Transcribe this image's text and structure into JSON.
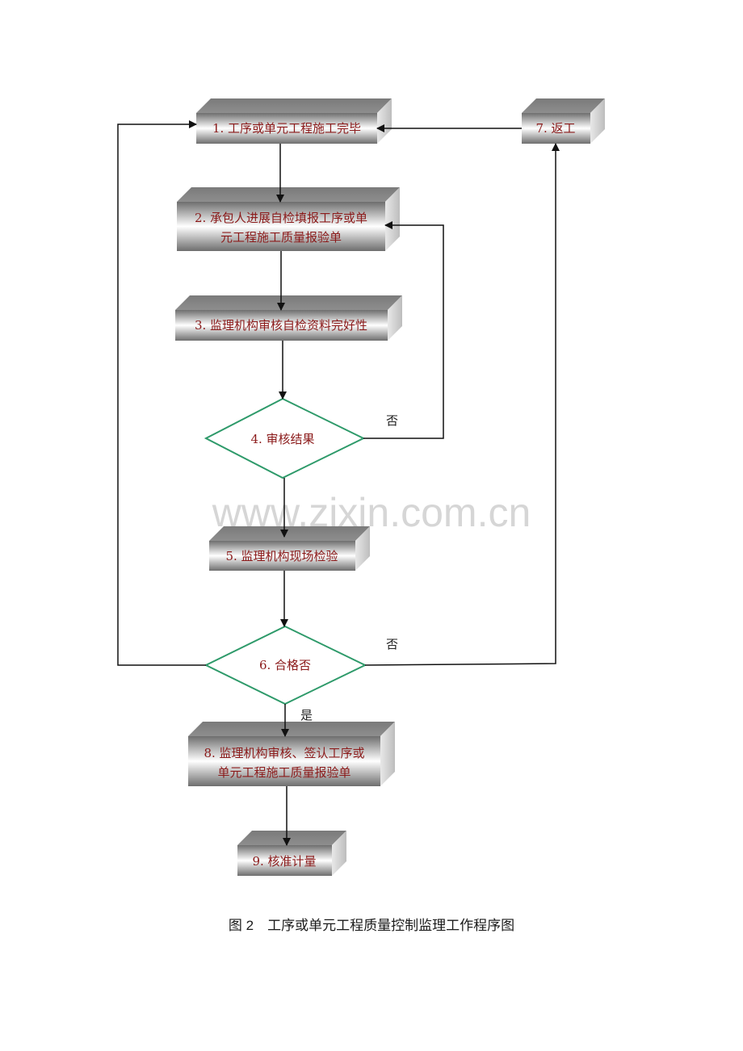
{
  "boxes": {
    "b1": {
      "label": "1. 工序或单元工程施工完毕"
    },
    "b2": {
      "line1": "2. 承包人进展自检填报工序或单",
      "line2": "元工程施工质量报验单"
    },
    "b3": {
      "label": "3. 监理机构审核自检资料完好性"
    },
    "b5": {
      "label": "5. 监理机构现场检验"
    },
    "b7": {
      "label": "7. 返工"
    },
    "b8": {
      "line1": "8. 监理机构审核、签认工序或",
      "line2": "单元工程施工质量报验单"
    },
    "b9": {
      "label": "9. 核准计量"
    }
  },
  "decisions": {
    "d4": {
      "label": "4. 审核结果"
    },
    "d6": {
      "label": "6. 合格否"
    }
  },
  "edge_labels": {
    "d4_no": "否",
    "d6_no": "否",
    "d6_yes": "是"
  },
  "watermark": "www.zixin.com.cn",
  "caption": "图 2　工序或单元工程质量控制监理工作程序图",
  "colors": {
    "box_text": "#8b1a1a",
    "diamond_stroke": "#2e9a6a",
    "line": "#111111"
  }
}
